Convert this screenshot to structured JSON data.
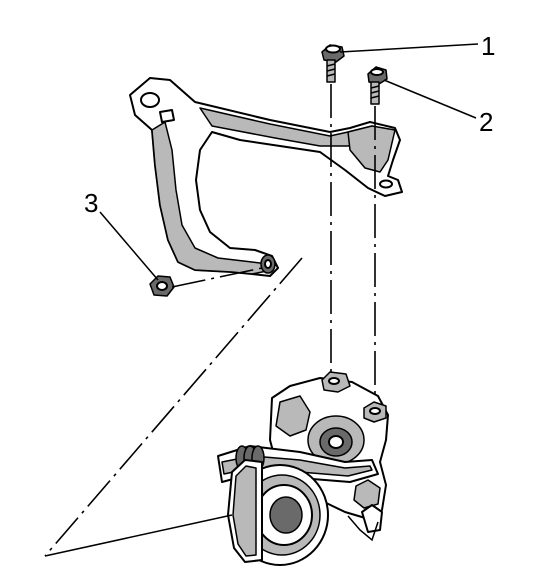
{
  "callouts": [
    {
      "id": "1",
      "label": "1"
    },
    {
      "id": "2",
      "label": "2"
    },
    {
      "id": "3",
      "label": "3"
    }
  ],
  "colors": {
    "line": "#000000",
    "shade_light": "#b9b9b9",
    "shade_dark": "#6a6a6a",
    "background": "#ffffff"
  }
}
